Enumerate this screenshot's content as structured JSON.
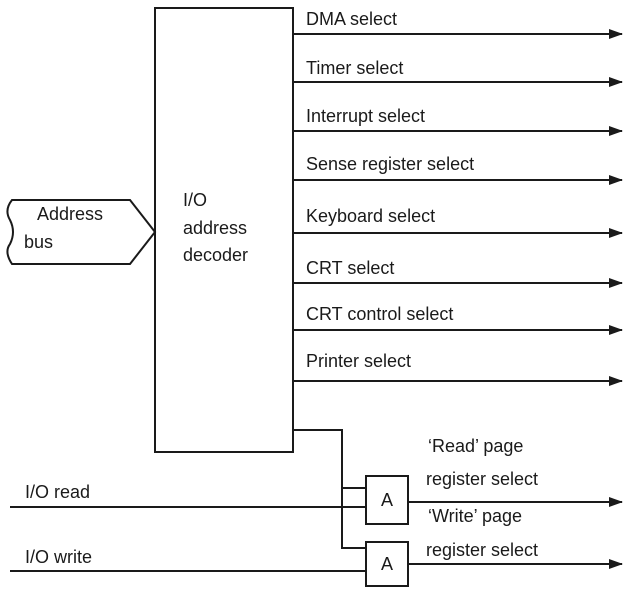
{
  "decoder": {
    "line1": "I/O",
    "line2": "address",
    "line3": "decoder"
  },
  "address_bus": {
    "line1": "Address",
    "line2": "bus"
  },
  "outputs": [
    "DMA select",
    "Timer select",
    "Interrupt select",
    "Sense register select",
    "Keyboard select",
    "CRT select",
    "CRT control select",
    "Printer select"
  ],
  "inputs": {
    "io_read": "I/O read",
    "io_write": "I/O write"
  },
  "gates": {
    "upper": "A",
    "lower": "A"
  },
  "page_outputs": {
    "read_line1": "‘Read’ page",
    "read_line2": "register select",
    "write_line1": "‘Write’ page",
    "write_line2": "register select"
  }
}
